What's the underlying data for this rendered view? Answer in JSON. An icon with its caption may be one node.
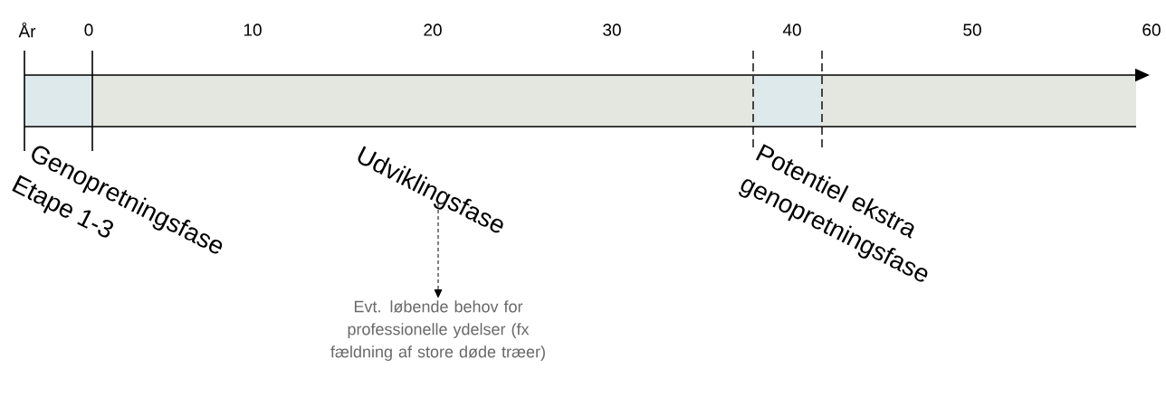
{
  "diagram": {
    "nodes": [
      {
        "text": [
          "Udviklingsfase"
        ]
      },
      {
        "text": [
          "Evt. løbende behov for professionelle ydelser (fx fældning af store døde træer)"
        ]
      }
    ],
    "edges": [
      {
        "from": 0,
        "to": 1,
        "arrow": "to",
        "style": "dashed"
      }
    ],
    "labels": [
      "År",
      "0",
      "10",
      "20",
      "30",
      "40",
      "50",
      "60",
      "Genopretningsfase",
      "Etape 1-3",
      "Potentiel ekstra genopretningsfase"
    ]
  }
}
